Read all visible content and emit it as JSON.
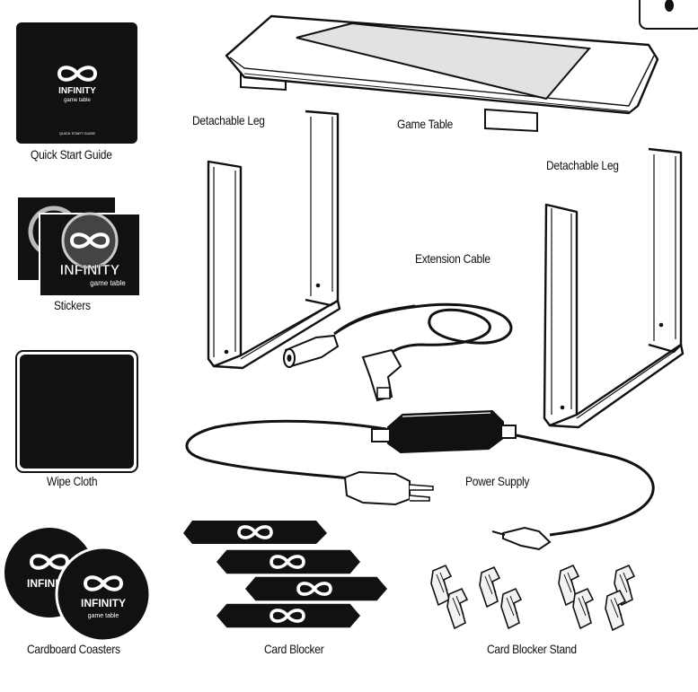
{
  "labels": {
    "quick_start_guide": "Quick Start Guide",
    "stickers": "Stickers",
    "wipe_cloth": "Wipe Cloth",
    "cardboard_coasters": "Cardboard Coasters",
    "detachable_leg_left": "Detachable Leg",
    "detachable_leg_right": "Detachable Leg",
    "game_table": "Game Table",
    "extension_cable": "Extension Cable",
    "power_supply": "Power Supply",
    "card_blocker": "Card Blocker",
    "card_blocker_stand": "Card Blocker Stand"
  },
  "brand": {
    "name": "INFINITY",
    "tagline": "game table",
    "guide_caption": "QUICK START GUIDE"
  },
  "colors": {
    "ink": "#111111",
    "paper": "#ffffff",
    "screen_gray": "#d9d9d9"
  }
}
